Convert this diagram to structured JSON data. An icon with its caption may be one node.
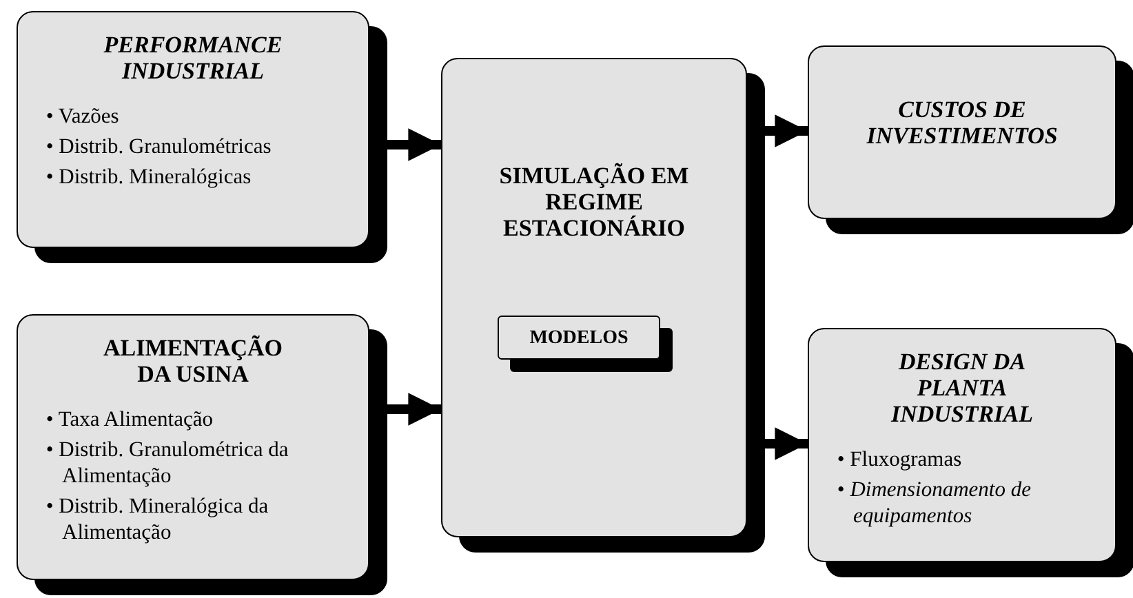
{
  "diagram": {
    "nodes": [
      {
        "text": [
          "PERFORMANCE INDUSTRIAL",
          "• Vazões",
          "• Distrib. Granulométricas",
          "• Distrib. Mineralógicas"
        ]
      },
      {
        "text": [
          "ALIMENTAÇÃO DA USINA",
          "• Taxa Alimentação",
          "• Distrib. Granulométrica da Alimentação",
          "• Distrib. Mineralógica da Alimentação"
        ]
      },
      {
        "text": [
          "SIMULAÇÃO EM REGIME ESTACIONÁRIO"
        ]
      },
      {
        "text": [
          "MODELOS"
        ],
        "in": 2
      },
      {
        "text": [
          "CUSTOS DE INVESTIMENTOS"
        ]
      },
      {
        "text": [
          "DESIGN DA PLANTA INDUSTRIAL",
          "• Fluxogramas",
          "• *Dimensionamento de equipamentos*"
        ]
      }
    ],
    "edges": [
      {
        "from": 0,
        "to": 2,
        "arrow": "to"
      },
      {
        "from": 1,
        "to": 2,
        "arrow": "to"
      },
      {
        "from": 2,
        "to": 4,
        "arrow": "to"
      },
      {
        "from": 2,
        "to": 5,
        "arrow": "to"
      }
    ]
  }
}
